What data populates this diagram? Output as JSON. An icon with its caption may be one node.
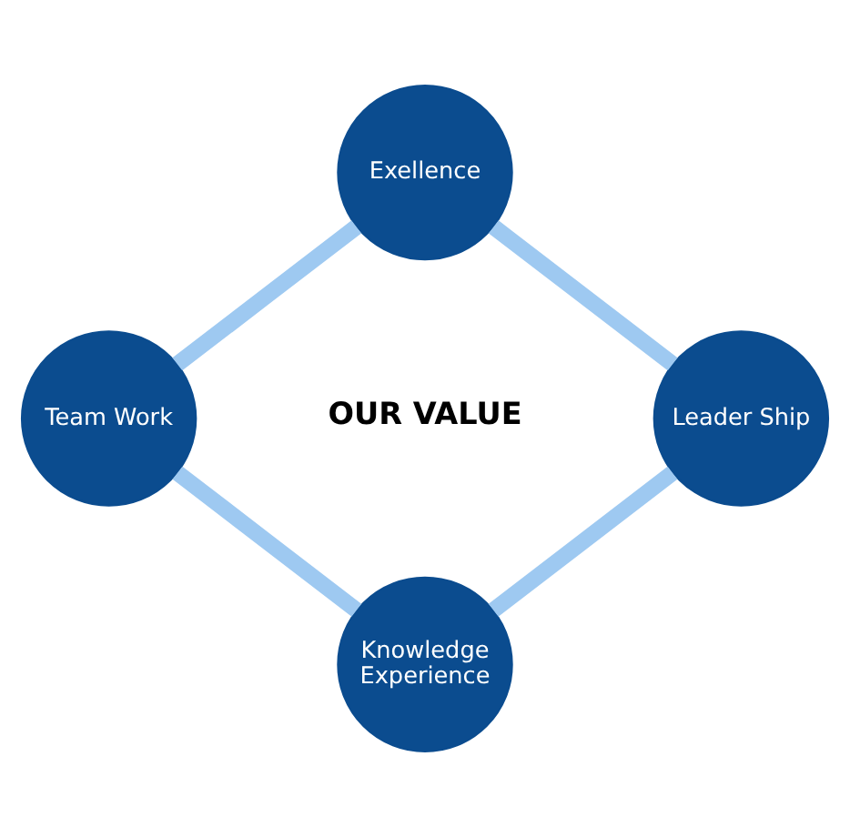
{
  "diagram": {
    "nodes": [
      {
        "text": [
          "Exellence"
        ]
      },
      {
        "text": [
          "Team Work"
        ]
      },
      {
        "text": [
          "Leader Ship"
        ]
      },
      {
        "text": [
          "Knowledge Experience"
        ]
      }
    ],
    "edges": [
      {
        "from": 0,
        "to": 2,
        "arrow": "none"
      },
      {
        "from": 2,
        "to": 3,
        "arrow": "none"
      },
      {
        "from": 3,
        "to": 1,
        "arrow": "none"
      },
      {
        "from": 1,
        "to": 0,
        "arrow": "none"
      }
    ],
    "labels": [
      "OUR VALUE"
    ]
  }
}
